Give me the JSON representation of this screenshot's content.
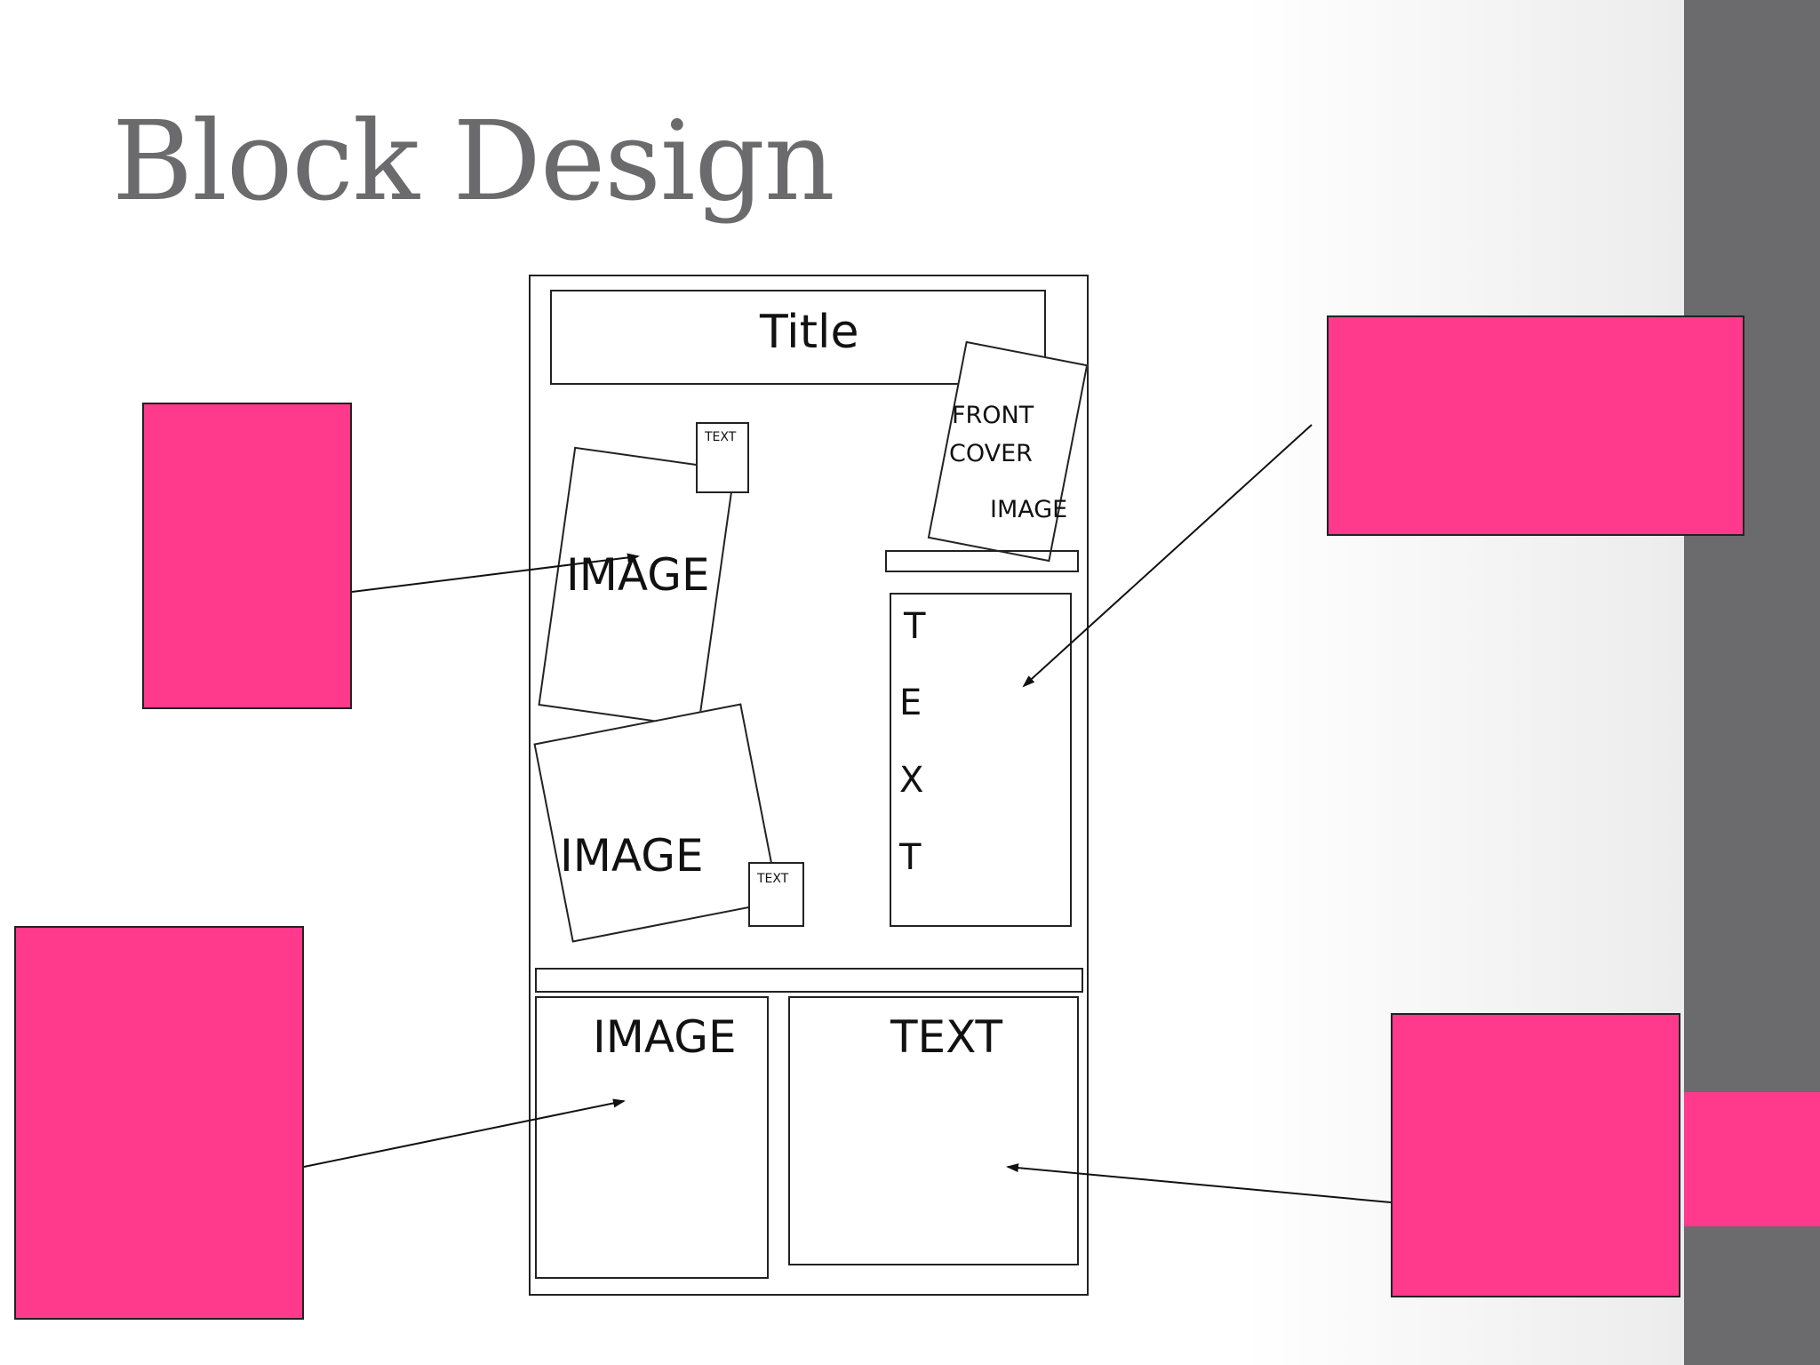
{
  "slide": {
    "title": "Block Design"
  },
  "colors": {
    "accent_pink": "#ff3a8c",
    "side_bar_gray": "#6b6a6c",
    "title_gray": "#6b6a6c",
    "line": "#222222"
  },
  "wireframe": {
    "title_label": "Title",
    "front_cover_line1": "FRONT",
    "front_cover_line2": "COVER",
    "front_cover_line3": "IMAGE",
    "image_top_label": "IMAGE",
    "image_top_caption": "TEXT",
    "image_middle_label": "IMAGE",
    "image_middle_caption": "TEXT",
    "vertical_text": [
      "T",
      "E",
      "X",
      "T"
    ],
    "image_bottom_label": "IMAGE",
    "text_bottom_label": "TEXT"
  }
}
